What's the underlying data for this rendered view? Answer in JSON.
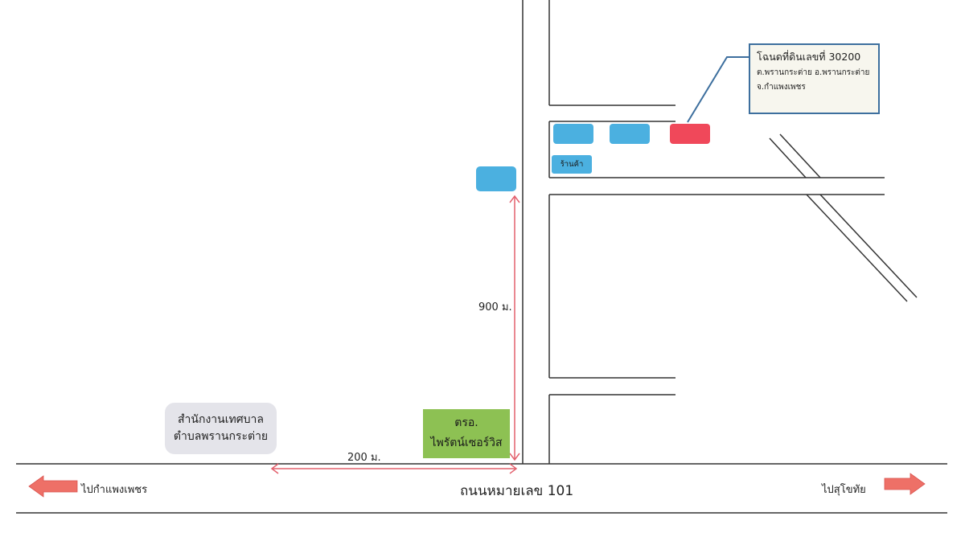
{
  "land_title": {
    "line1": "โฉนดที่ดินเลขที่ 30200",
    "line2": "ต.พรานกระต่าย อ.พรานกระต่าย",
    "line3": "จ.กำแพงเพชร"
  },
  "municipal_office": {
    "line1": "สำนักงานเทศบาล",
    "line2": "ตำบลพรานกระต่าย"
  },
  "police_station": {
    "line1": "ตรอ.",
    "line2": "ไพรัตน์เซอร์วิส"
  },
  "shop_label": "ร้านค้า",
  "distance_vertical": "900 ม.",
  "distance_horizontal": "200 ม.",
  "road_name": "ถนนหมายเลข 101",
  "direction_left": "ไปกำแพงเพชร",
  "direction_right": "ไปสุโขทัย",
  "colors": {
    "building_blue": "#4bb0e0",
    "target_red": "#f0485a",
    "arrow_orange": "#ee7067",
    "measure_pink": "#e3606d",
    "callout_border": "#3d6f9e",
    "office_gray": "#e4e4ea",
    "station_green": "#8dc153"
  }
}
